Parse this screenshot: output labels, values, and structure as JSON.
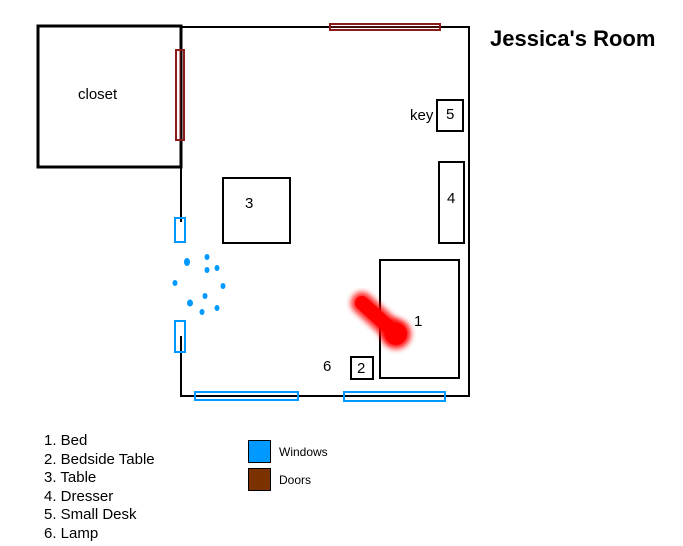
{
  "title": "Jessica's Room",
  "closet_label": "closet",
  "key_label": "key",
  "furniture": [
    {
      "number": "1"
    },
    {
      "number": "2"
    },
    {
      "number": "3"
    },
    {
      "number": "4"
    },
    {
      "number": "5"
    },
    {
      "number": "6"
    }
  ],
  "legend": [
    "1. Bed",
    "2. Bedside Table",
    "3. Table",
    "4. Dresser",
    "5. Small Desk",
    "6. Lamp"
  ],
  "key": {
    "windows_label": "Windows",
    "doors_label": "Doors"
  },
  "colors": {
    "window": "#0099ff",
    "door": "#7b3200",
    "door_outline": "#8b1a1a",
    "lamp_light": "#ff0000",
    "walls": "#000000"
  }
}
